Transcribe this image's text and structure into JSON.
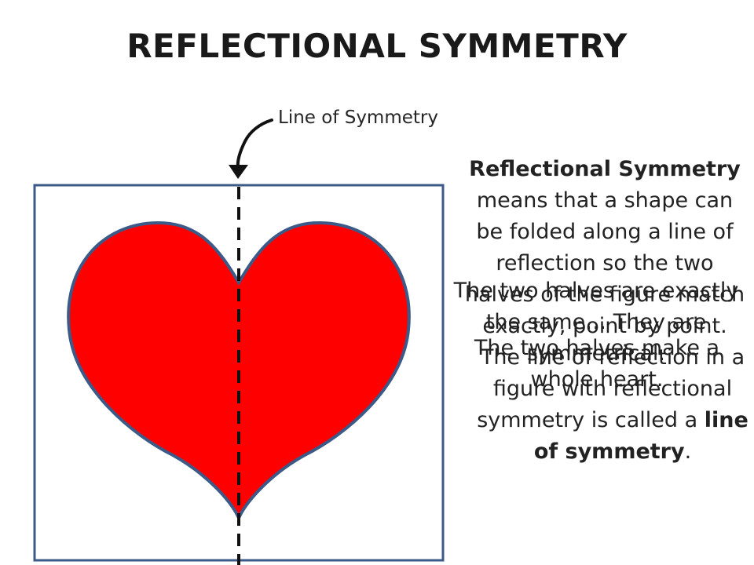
{
  "title": "REFLECTIONAL SYMMETRY",
  "line_label": "Line of Symmetry",
  "colors": {
    "heart_fill": "#ff0000",
    "heart_stroke": "#3b5a87",
    "frame_stroke": "#3b5a87",
    "axis_line": "#111111"
  },
  "definition": {
    "heading": "Reflectional Symmetry",
    "body": "means that a shape can be folded along a line of reflection so the two halves of the figure match exactly, point by point."
  },
  "overlay_1": "The two halves are exactly the same… They are symmetrical.",
  "overlay_2": "The two halves make a whole heart.",
  "overlay_3": {
    "text": "The line of reflection in a figure with reflectional symmetry is called a",
    "emphasis": "line of symmetry",
    "end": "."
  }
}
